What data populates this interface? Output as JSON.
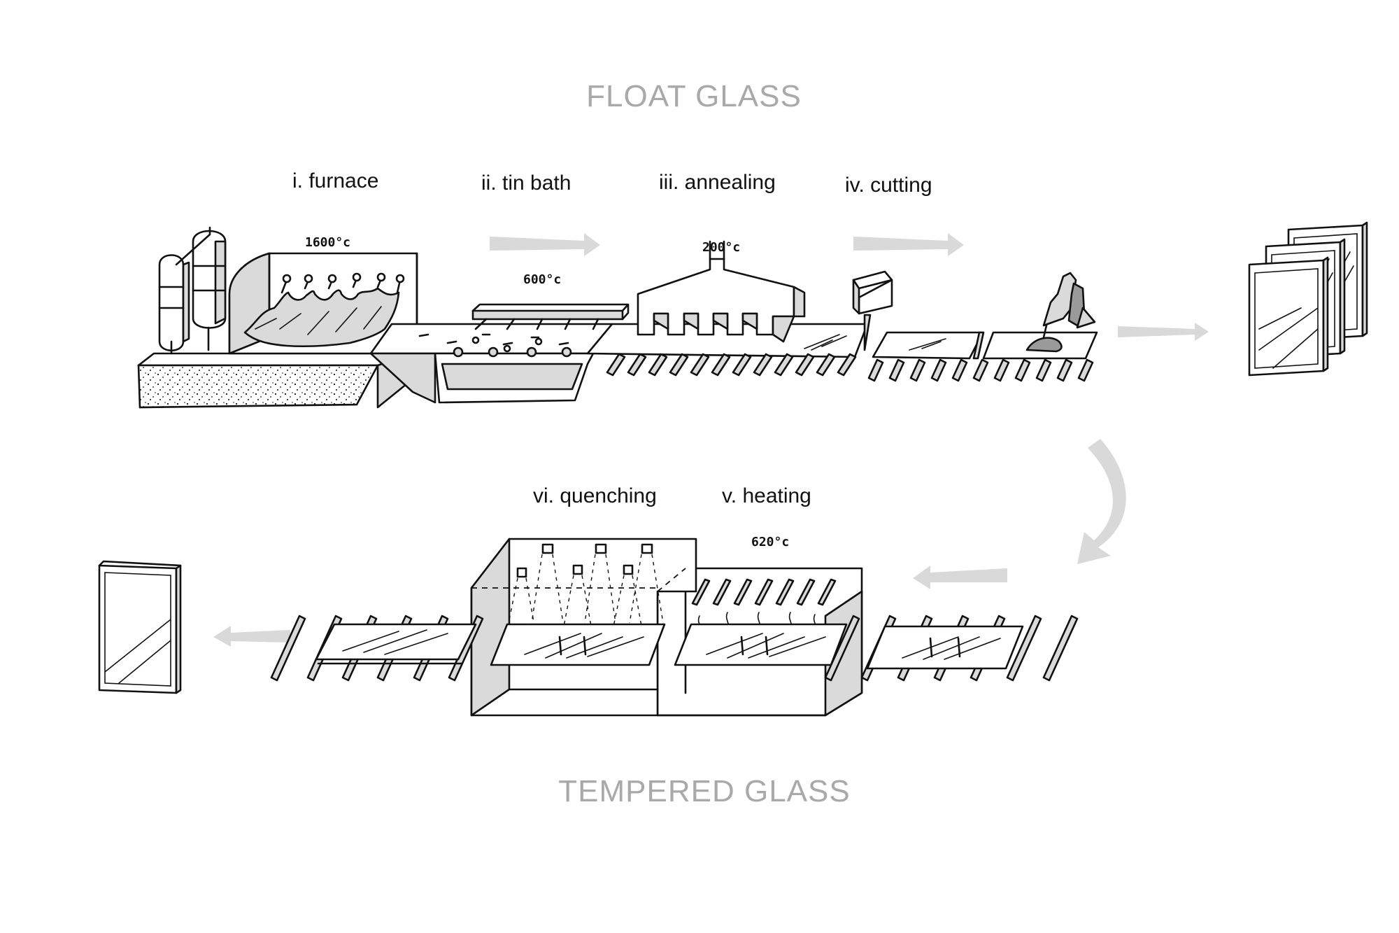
{
  "titles": {
    "float": "FLOAT GLASS",
    "tempered": "TEMPERED GLASS"
  },
  "steps": {
    "furnace": "i. furnace",
    "tin_bath": "ii. tin bath",
    "annealing": "iii. annealing",
    "cutting": "iv. cutting",
    "heating": "v. heating",
    "quenching": "vi. quenching"
  },
  "temperatures": {
    "furnace": "1600°c",
    "tin_bath": "600°c",
    "annealing": "200°c",
    "heating": "620°c"
  },
  "colors": {
    "title_gray": "#a9a9a9",
    "arrow_gray": "#d9d9d9",
    "fill_gray": "#dadada",
    "ink": "#111111"
  }
}
